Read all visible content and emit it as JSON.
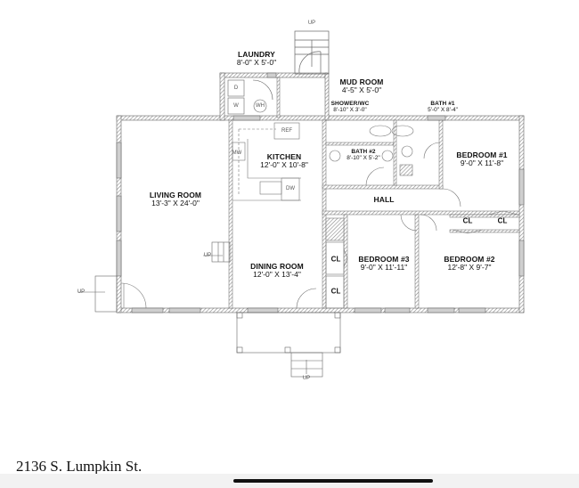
{
  "caption": "2136 S. Lumpkin St.",
  "rooms": {
    "laundry": {
      "name": "LAUNDRY",
      "dims": "8'-0\" X 5'-0\""
    },
    "mud_room": {
      "name": "MUD ROOM",
      "dims": "4'-5\" X 5'-0\""
    },
    "shower_wc": {
      "name": "SHOWER/WC",
      "dims": "8'-10\" X 3'-0\""
    },
    "bath1": {
      "name": "BATH #1",
      "dims": "5'-0\" X 8'-4\""
    },
    "bath2": {
      "name": "BATH #2",
      "dims": "8'-10\" X 5'-2\""
    },
    "kitchen": {
      "name": "KITCHEN",
      "dims": "12'-0\" X 10'-8\""
    },
    "living_room": {
      "name": "LIVING ROOM",
      "dims": "13'-3\" X 24'-0\""
    },
    "dining_room": {
      "name": "DINING ROOM",
      "dims": "12'-0\" X 13'-4\""
    },
    "hall": {
      "name": "HALL"
    },
    "bedroom1": {
      "name": "BEDROOM #1",
      "dims": "9'-0\" X 11'-8\""
    },
    "bedroom2": {
      "name": "BEDROOM #2",
      "dims": "12'-8\" X 9'-7\""
    },
    "bedroom3": {
      "name": "BEDROOM #3",
      "dims": "9'-0\" X 11'-11\""
    }
  },
  "fixtures": {
    "dryer": "D",
    "washer": "W",
    "water_heater": "WH",
    "refrigerator": "REF",
    "microwave": "MW",
    "dishwasher": "DW"
  },
  "closets": {
    "cl1": "CL",
    "cl2": "CL",
    "cl3": "CL",
    "cl4": "CL"
  },
  "stairs": {
    "top": "UP",
    "living": "UP",
    "left_entry": "UP",
    "porch": "UP"
  },
  "colors": {
    "wall": "#9a9a9a",
    "line": "#555555",
    "bottom_bar": "#f2f2f2"
  }
}
